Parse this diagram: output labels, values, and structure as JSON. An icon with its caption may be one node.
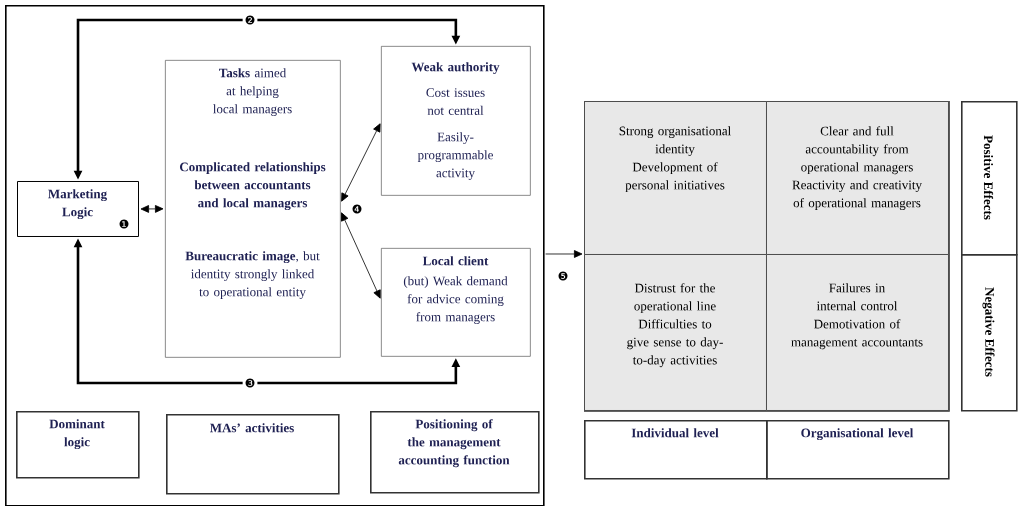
{
  "diagram": {
    "nodes": [
      {
        "text": [],
        "shape": "box"
      },
      {
        "text": [
          "Marketing Logic"
        ],
        "in": 0
      },
      {
        "text": [
          "**Tasks** aimed at helping local managers",
          "Complicated relationships between accountants and local managers",
          "**Bureaucratic image**, but identity strongly linked to operational entity"
        ],
        "in": 0
      },
      {
        "text": [
          "Weak authority",
          "Cost issues not central",
          "Easily-programmable activity"
        ],
        "in": 0
      },
      {
        "text": [
          "Local client",
          "(but) Weak demand for advice coming from managers"
        ],
        "in": 0
      },
      {
        "text": [
          "Dominant logic"
        ],
        "in": 0
      },
      {
        "text": [
          "MAs’ activities"
        ],
        "in": 0
      },
      {
        "text": [
          "Positioning of the management accounting function"
        ],
        "in": 0
      },
      {
        "text": [],
        "shape": "box"
      },
      {
        "text": [
          "Strong organisational identity",
          "Development of personal initiatives"
        ],
        "in": 8
      },
      {
        "text": [
          "Clear and full accountability from operational managers",
          "Reactivity and creativity of operational managers"
        ],
        "in": 8
      },
      {
        "text": [
          "Distrust for the operational line",
          "Difficulties to give sense to day-to-day activities"
        ],
        "in": 8
      },
      {
        "text": [
          "Failures in internal control",
          "Demotivation of management accountants"
        ],
        "in": 8
      },
      {
        "text": [
          "Individual level"
        ]
      },
      {
        "text": [
          "Organisational level"
        ]
      },
      {
        "text": [
          "Positive Effects"
        ]
      },
      {
        "text": [
          "Negative Effects"
        ]
      }
    ],
    "edges": [
      {
        "from": 1,
        "to": 3,
        "arrow": "both",
        "label": "❷",
        "style": "thick"
      },
      {
        "from": 1,
        "to": 4,
        "arrow": "both",
        "label": "❸",
        "style": "thick"
      },
      {
        "from": 1,
        "to": 2,
        "arrow": "both",
        "label": "❶"
      },
      {
        "from": 2,
        "to": 3,
        "arrow": "both",
        "label": "❹"
      },
      {
        "from": 2,
        "to": 4,
        "arrow": "both"
      },
      {
        "from": 0,
        "to": 8,
        "arrow": "to",
        "label": "❺"
      }
    ]
  }
}
